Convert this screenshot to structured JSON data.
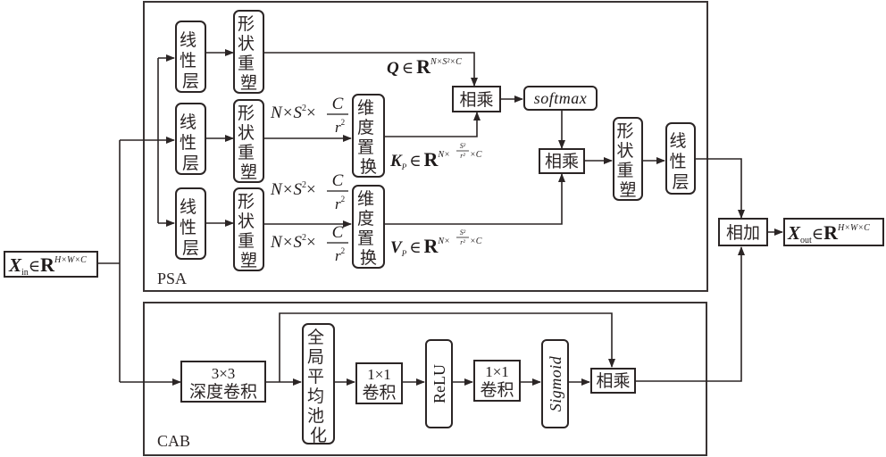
{
  "figure": {
    "blocks": {
      "psa": {
        "label": "PSA"
      },
      "cab": {
        "label": "CAB"
      }
    },
    "input": {
      "symbol": "X",
      "subscript": "in",
      "in": "∈",
      "space": "R",
      "superscript": "H×W×C"
    },
    "output": {
      "symbol": "X",
      "subscript": "out",
      "in": "∈",
      "space": "R",
      "superscript": "H×W×C"
    },
    "psa_nodes": {
      "linear_1": [
        "线",
        "性",
        "层"
      ],
      "linear_2": [
        "线",
        "性",
        "层"
      ],
      "linear_3": [
        "线",
        "性",
        "层"
      ],
      "reshape_1": [
        "形",
        "状",
        "重",
        "塑"
      ],
      "reshape_2": [
        "形",
        "状",
        "重",
        "塑"
      ],
      "reshape_3": [
        "形",
        "状",
        "重",
        "塑"
      ],
      "transpose_k": [
        "维",
        "度",
        "置",
        "换"
      ],
      "transpose_v": [
        "维",
        "度",
        "置",
        "换"
      ],
      "matmul_qk": "相乘",
      "softmax": "softmax",
      "matmul_av": "相乘",
      "reshape_out": [
        "形",
        "状",
        "重",
        "塑"
      ],
      "linear_out": [
        "线",
        "性",
        "层"
      ]
    },
    "psa_annotations": {
      "q_label": {
        "symbol": "Q",
        "in": "∈",
        "space": "R",
        "superscript": "N×S²×C"
      },
      "k_label": {
        "symbol": "K",
        "subscript": "P",
        "in": "∈",
        "space": "R",
        "sup_pre": "N×",
        "sup_num": "S²",
        "sup_den": "r²",
        "sup_post": "×C"
      },
      "v_label": {
        "symbol": "V",
        "subscript": "P",
        "in": "∈",
        "space": "R",
        "sup_pre": "N×",
        "sup_num": "S²",
        "sup_den": "r²",
        "sup_post": "×C"
      },
      "dim_k_in": {
        "prefix": "N×S",
        "exp": "2",
        "times": "×",
        "num": "C",
        "den": "r",
        "den_exp": "2"
      },
      "dim_v_in": {
        "prefix": "N×S",
        "exp": "2",
        "times": "×",
        "num": "C",
        "den": "r",
        "den_exp": "2"
      },
      "dim_v_out": {
        "prefix": "N×S",
        "exp": "2",
        "times": "×",
        "num": "C",
        "den": "r",
        "den_exp": "2"
      }
    },
    "cab_nodes": {
      "dwconv": {
        "line1": "3×3",
        "line2": "深度卷积"
      },
      "gap": [
        "全",
        "局",
        "平",
        "均",
        "池",
        "化"
      ],
      "conv1": {
        "line1": "1×1",
        "line2": "卷积"
      },
      "relu": "ReLU",
      "conv2": {
        "line1": "1×1",
        "line2": "卷积"
      },
      "sigmoid": "Sigmoid",
      "matmul": "相乘"
    },
    "fusion": {
      "add": "相加"
    }
  }
}
